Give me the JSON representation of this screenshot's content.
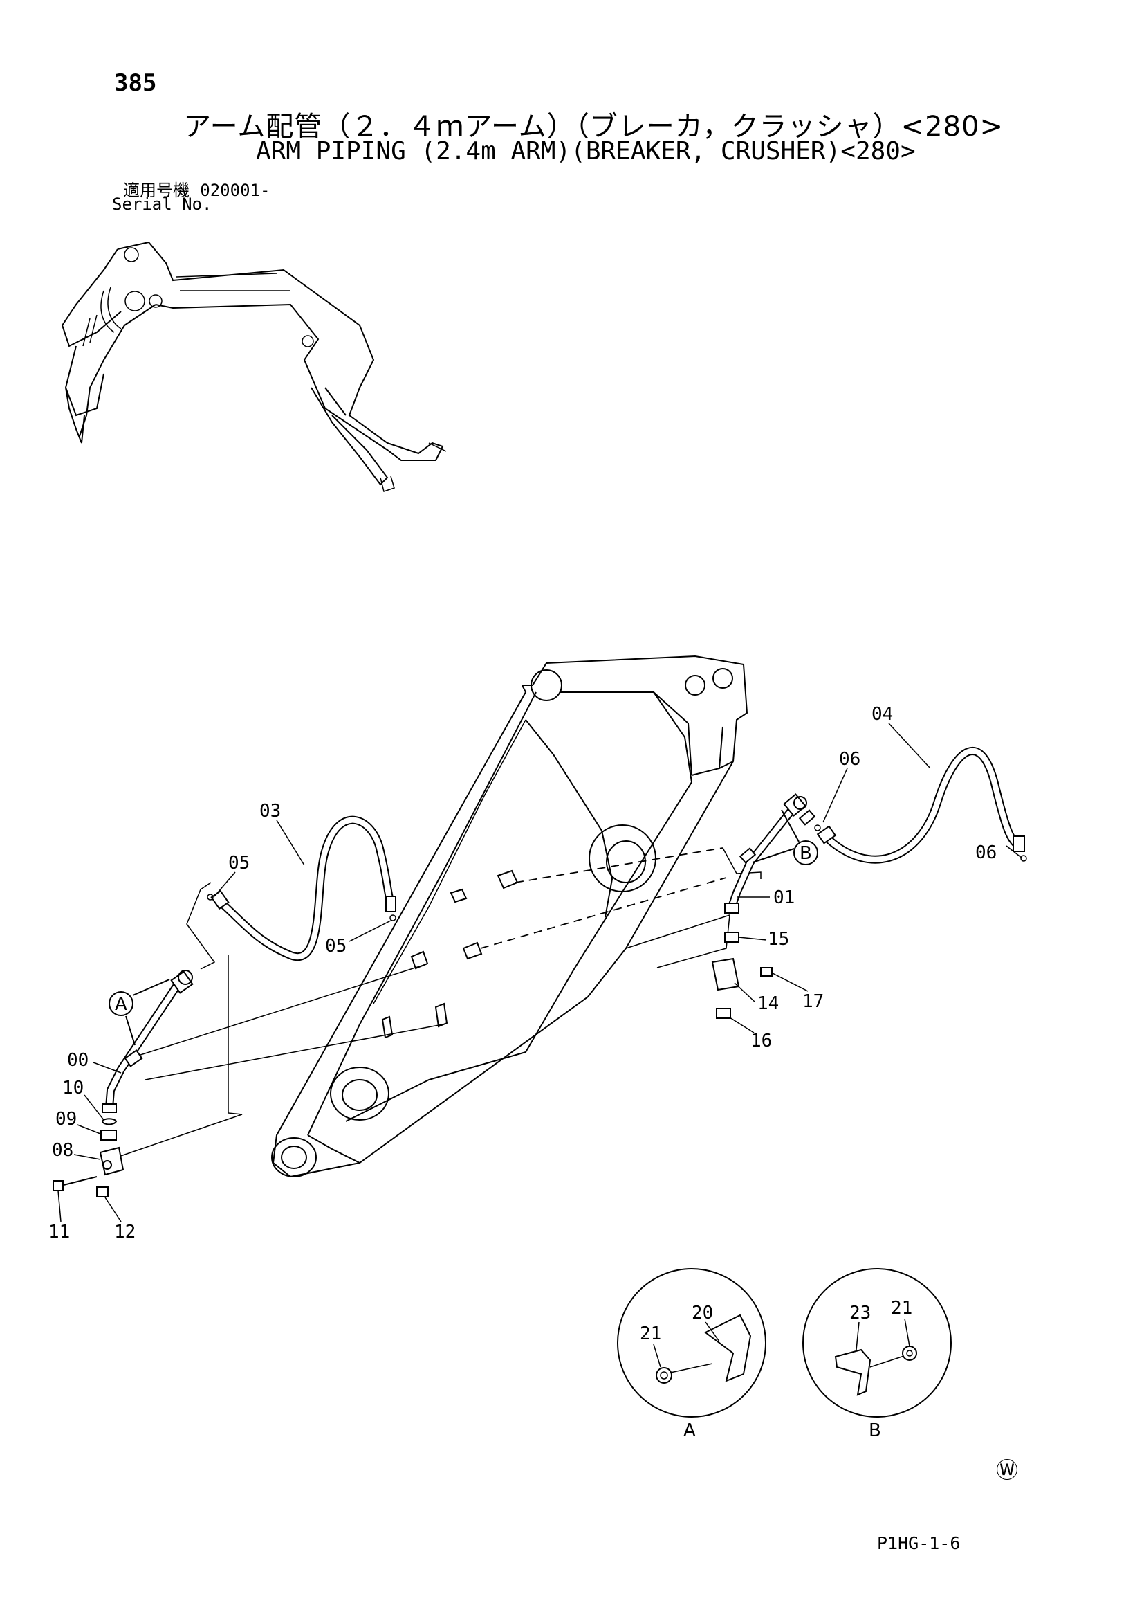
{
  "header": {
    "page_number": "385",
    "title_jp": "アーム配管（２．４ｍアーム）（ブレーカ，クラッシャ）<280>",
    "title_en": "ARM PIPING (2.4m ARM)(BREAKER, CRUSHER)<280>",
    "serial_label_jp": "適用号機",
    "serial_value": "020001-",
    "serial_label_en": "Serial No."
  },
  "callouts": {
    "c00": "00",
    "c01": "01",
    "c03": "03",
    "c04": "04",
    "c05a": "05",
    "c05b": "05",
    "c06a": "06",
    "c06b": "06",
    "c08": "08",
    "c09": "09",
    "c10": "10",
    "c11": "11",
    "c12": "12",
    "c14": "14",
    "c15": "15",
    "c16": "16",
    "c17": "17",
    "refA": "A",
    "refB": "B"
  },
  "details": {
    "A": {
      "label": "A",
      "parts": [
        "21",
        "20"
      ]
    },
    "B": {
      "label": "B",
      "parts": [
        "23",
        "21"
      ]
    }
  },
  "footer": {
    "symbol": "Ⓦ",
    "drawing_code": "P1HG-1-6"
  }
}
